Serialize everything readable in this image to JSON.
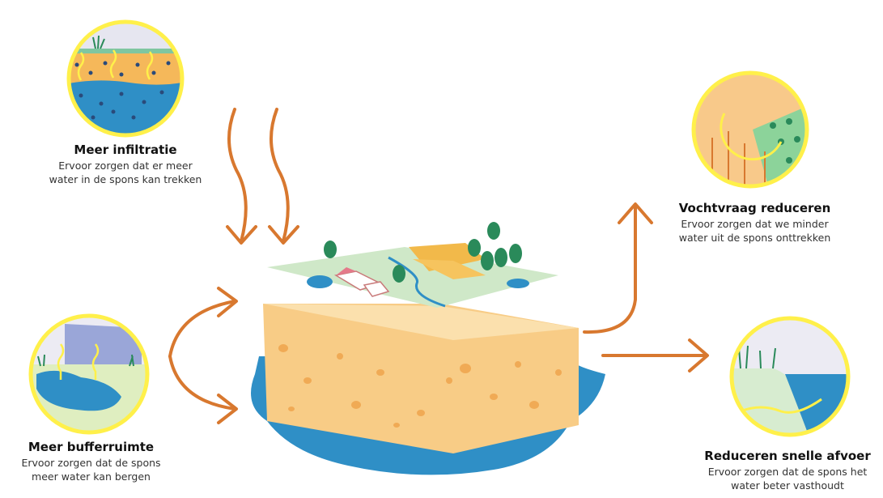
{
  "colors": {
    "arrow": "#d8782f",
    "ring": "#fff04a",
    "sponge": "#f8cc86",
    "sponge_top": "#fbe0ad",
    "sponge_hole": "#f0aa55",
    "water": "#2f8fc6",
    "land": "#cfe8c8",
    "tree": "#2a8a5a"
  },
  "labels": {
    "infiltration": {
      "title": "Meer infiltratie",
      "line1": "Ervoor zorgen dat er meer",
      "line2": "water in de spons kan trekken"
    },
    "buffer": {
      "title": "Meer bufferruimte",
      "line1": "Ervoor zorgen dat de spons",
      "line2": "meer water kan bergen"
    },
    "demand": {
      "title": "Vochtvraag reduceren",
      "line1": "Ervoor zorgen dat we minder",
      "line2": "water uit de spons onttrekken"
    },
    "runoff": {
      "title": "Reduceren snelle afvoer",
      "line1": "Ervoor zorgen dat de spons het",
      "line2": "water beter vasthoudt"
    }
  }
}
